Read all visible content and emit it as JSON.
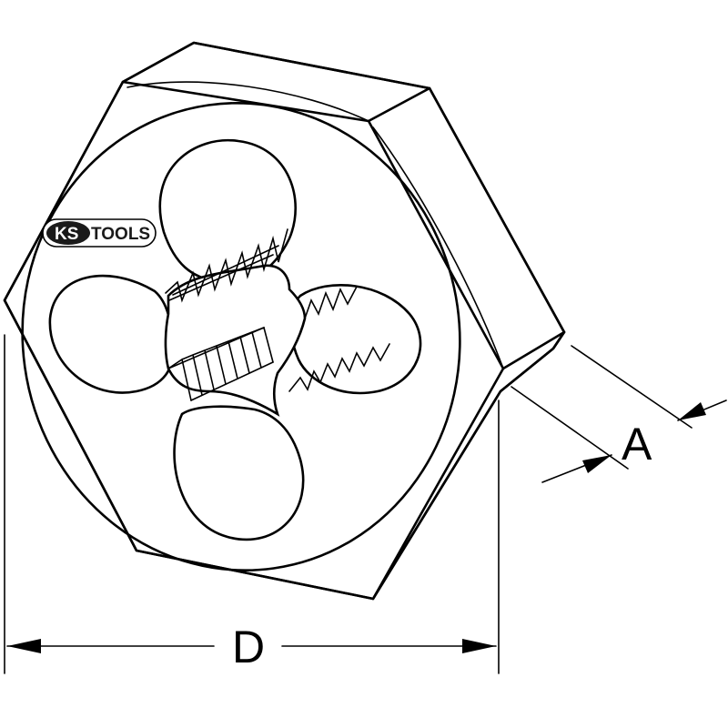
{
  "brand": {
    "name_ks": "KS",
    "name_tools": "TOOLS",
    "color_dark": "#1a1a1a",
    "color_accent": "#d6001c"
  },
  "dimensions": {
    "diameter_label": "D",
    "thickness_label": "A"
  },
  "colors": {
    "line": "#000000",
    "background": "#ffffff"
  }
}
